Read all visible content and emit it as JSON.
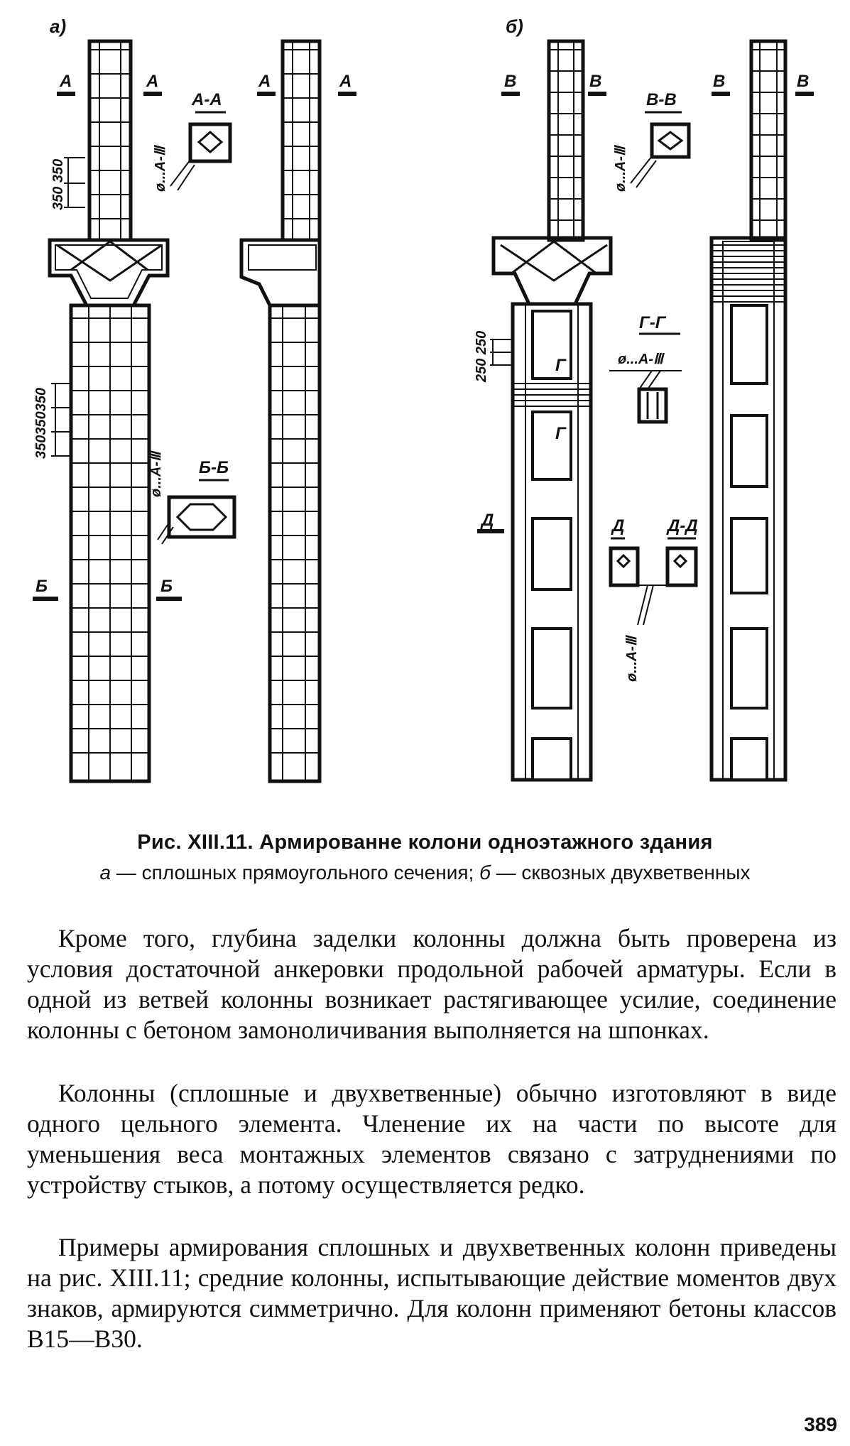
{
  "figure": {
    "panel_a_label": "а)",
    "panel_b_label": "б)",
    "section_labels": {
      "A": "А",
      "AA": "А-А",
      "B": "Б",
      "BB": "Б-Б",
      "V": "В",
      "VV": "В-В",
      "G": "Г",
      "GG": "Г-Г",
      "D": "Д",
      "DD": "Д-Д"
    },
    "rebar_label": "ø...А-Ⅲ",
    "dim_350_top": "350 350",
    "dim_350_bottom": "350350350",
    "dim_250": "250 250"
  },
  "caption": {
    "title": "Рис. XIII.11. Армированне колони одноэтажного здания",
    "sub_a_letter": "а",
    "sub_a_text": " — сплошных прямоугольного сечения; ",
    "sub_b_letter": "б",
    "sub_b_text": " — сквозных двухветвенных"
  },
  "paragraphs": [
    "Кроме того, глубина заделки колонны должна быть проверена из условия достаточной анкеровки продольной рабочей арматуры. Если в одной из ветвей колонны возникает растягивающее усилие, соединение колонны с бетоном замоноличивания выполняется на шпонках.",
    "Колонны (сплошные и двухветвенные) обычно изготовляют в виде одного цельного элемента. Членение их на части по высоте для уменьшения веса монтажных элементов связано с затруднениями по устройству стыков, а потому осуществляется редко.",
    "Примеры армирования сплошных и двухветвенных колонн приведены на рис. XIII.11; средние колонны, испытывающие действие моментов двух знаков, армируются симметрично. Для колонн применяют бетоны классов B15—B30."
  ],
  "page_number": "389"
}
